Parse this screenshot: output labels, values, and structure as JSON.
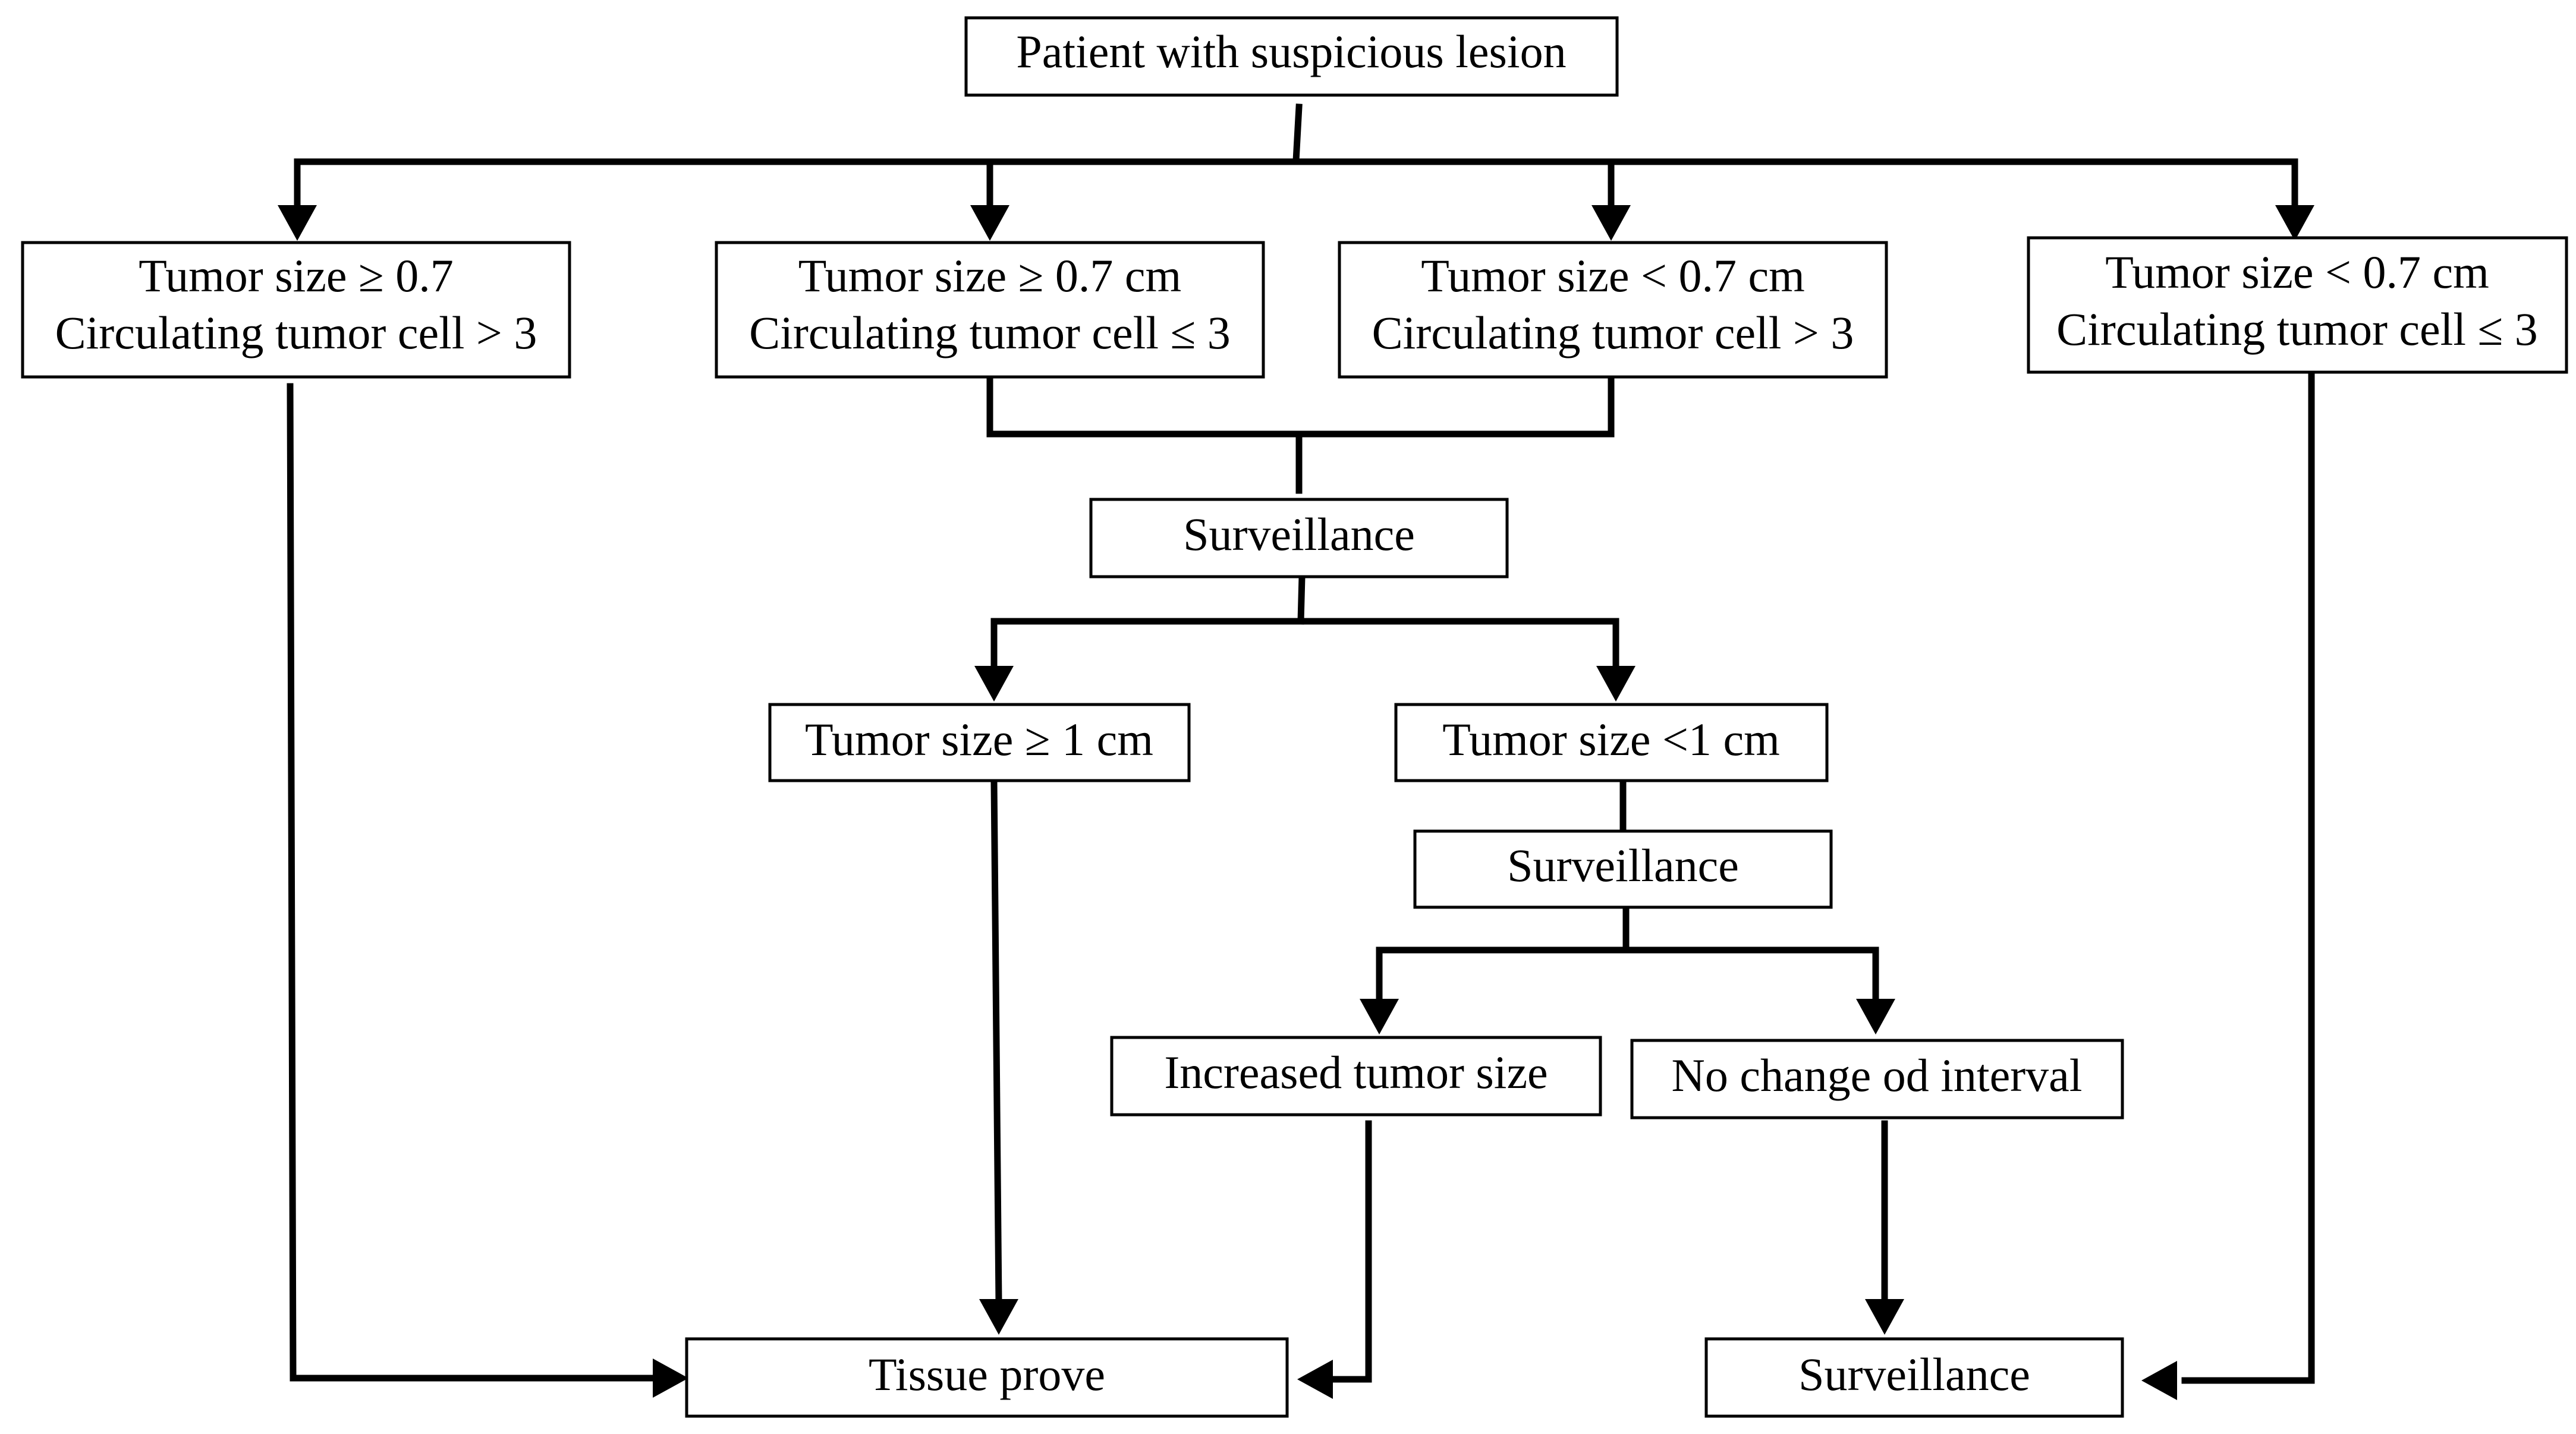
{
  "diagram": {
    "nodes": {
      "start": {
        "lines": [
          "Patient with suspicious lesion"
        ]
      },
      "case_large_high_ctc": {
        "lines": [
          "Tumor size ≥ 0.7",
          "Circulating tumor cell > 3"
        ]
      },
      "case_large_low_ctc": {
        "lines": [
          "Tumor size ≥ 0.7 cm",
          "Circulating tumor cell ≤ 3"
        ]
      },
      "case_small_high_ctc": {
        "lines": [
          "Tumor size < 0.7 cm",
          "Circulating tumor cell > 3"
        ]
      },
      "case_small_low_ctc": {
        "lines": [
          "Tumor size < 0.7 cm",
          "Circulating tumor cell ≤ 3"
        ]
      },
      "surveillance_1": {
        "lines": [
          "Surveillance"
        ]
      },
      "size_ge_1cm": {
        "lines": [
          "Tumor size ≥ 1 cm"
        ]
      },
      "size_lt_1cm": {
        "lines": [
          "Tumor size <1 cm"
        ]
      },
      "surveillance_2": {
        "lines": [
          "Surveillance"
        ]
      },
      "increased_size": {
        "lines": [
          "Increased tumor size"
        ]
      },
      "no_change": {
        "lines": [
          "No change od interval"
        ]
      },
      "tissue_prove": {
        "lines": [
          "Tissue prove"
        ]
      },
      "surveillance_final": {
        "lines": [
          "Surveillance"
        ]
      }
    },
    "edges": [
      {
        "from": "start",
        "to": "case_large_high_ctc"
      },
      {
        "from": "start",
        "to": "case_large_low_ctc"
      },
      {
        "from": "start",
        "to": "case_small_high_ctc"
      },
      {
        "from": "start",
        "to": "case_small_low_ctc"
      },
      {
        "from": "case_large_low_ctc",
        "to": "surveillance_1"
      },
      {
        "from": "case_small_high_ctc",
        "to": "surveillance_1"
      },
      {
        "from": "surveillance_1",
        "to": "size_ge_1cm"
      },
      {
        "from": "surveillance_1",
        "to": "size_lt_1cm"
      },
      {
        "from": "size_lt_1cm",
        "to": "surveillance_2"
      },
      {
        "from": "surveillance_2",
        "to": "increased_size"
      },
      {
        "from": "surveillance_2",
        "to": "no_change"
      },
      {
        "from": "case_large_high_ctc",
        "to": "tissue_prove"
      },
      {
        "from": "size_ge_1cm",
        "to": "tissue_prove"
      },
      {
        "from": "increased_size",
        "to": "tissue_prove"
      },
      {
        "from": "no_change",
        "to": "surveillance_final"
      },
      {
        "from": "case_small_low_ctc",
        "to": "surveillance_final"
      }
    ]
  }
}
